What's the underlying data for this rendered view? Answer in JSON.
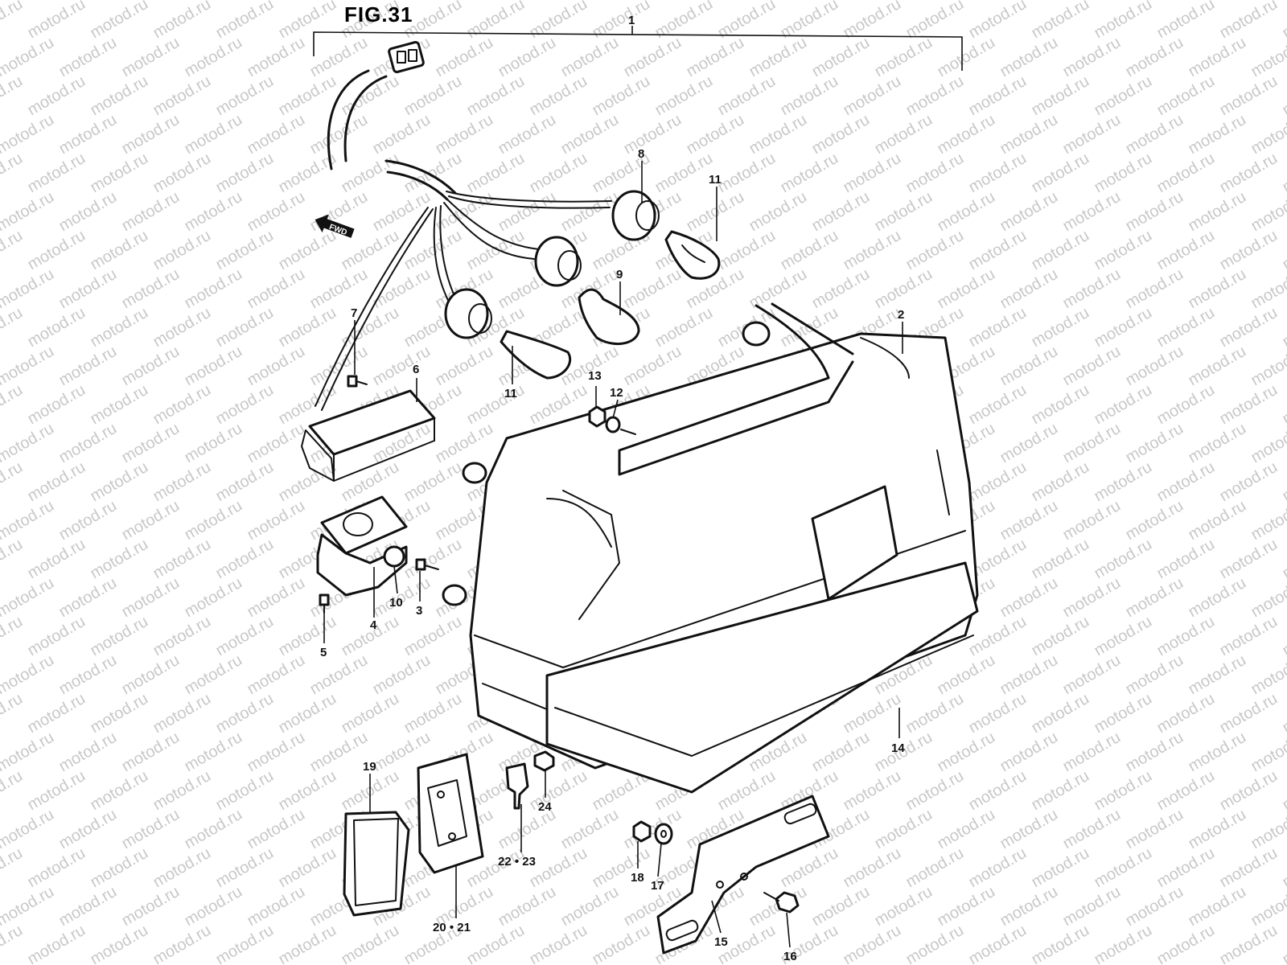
{
  "figure": {
    "title": "FIG.31",
    "watermark": "motod.ru",
    "direction_badge": "FWD"
  },
  "callouts": {
    "c1": "1",
    "c2": "2",
    "c3": "3",
    "c4": "4",
    "c5": "5",
    "c6": "6",
    "c7": "7",
    "c8": "8",
    "c9": "9",
    "c10": "10",
    "c11a": "11",
    "c11b": "11",
    "c12": "12",
    "c13": "13",
    "c14": "14",
    "c15": "15",
    "c16": "16",
    "c17": "17",
    "c18": "18",
    "c19": "19",
    "c20_21": "20 • 21",
    "c22_23": "22 • 23",
    "c24": "24"
  },
  "colors": {
    "line": "#111111",
    "background": "#ffffff",
    "watermark": "#c8c8c8"
  }
}
